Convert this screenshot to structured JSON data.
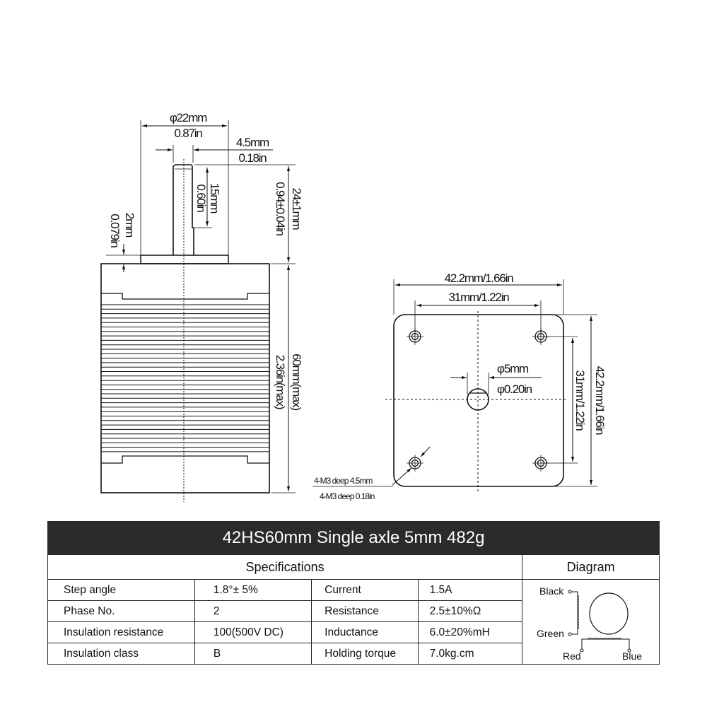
{
  "side_view": {
    "flange_diameter": "φ22mm",
    "flange_diameter_in": "0.87in",
    "shaft_flat": "4.5mm",
    "shaft_flat_in": "0.18in",
    "flat_length": "15mm",
    "flat_length_in": "0.60in",
    "shaft_length": "24±1mm",
    "shaft_length_in": "0.94±0.04in",
    "flange_height": "2mm",
    "flange_height_in": "0.079in",
    "body_length": "60mm(max)",
    "body_length_in": "2.36in(max)"
  },
  "front_view": {
    "width": "42.2mm/1.66in",
    "hole_spacing": "31mm/1.22in",
    "shaft_diameter": "φ5mm",
    "shaft_diameter_in": "φ0.20in",
    "height": "42.2mm/1.66in",
    "hole_spacing_v": "31mm/1.22in",
    "holes": "4-M3 deep 4.5mm",
    "holes_in": "4-M3 deep 0.18in"
  },
  "table": {
    "title": "42HS60mm Single axle  5mm  482g",
    "spec_header": "Specifications",
    "diagram_header": "Diagram",
    "rows": [
      [
        "Step angle",
        "1.8°± 5%",
        "Current",
        "1.5A"
      ],
      [
        "Phase No.",
        "2",
        "Resistance",
        "2.5±10%Ω"
      ],
      [
        "Insulation resistance",
        "100(500V  DC)",
        "Inductance",
        "6.0±20%mH"
      ],
      [
        "Insulation class",
        "B",
        "Holding torque",
        "7.0kg.cm"
      ]
    ],
    "wires": {
      "black": "Black",
      "green": "Green",
      "red": "Red",
      "blue": "Blue"
    }
  }
}
